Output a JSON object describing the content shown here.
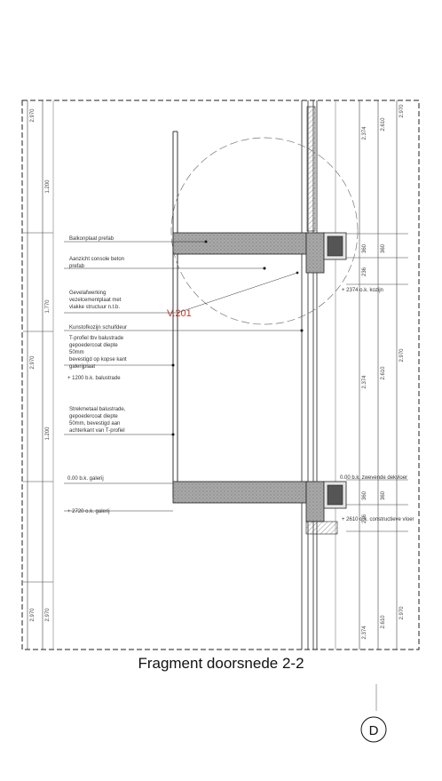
{
  "title": "Fragment doorsnede 2-2",
  "detail_marker": "D",
  "detail_callout": "V.201",
  "left_dims_outer": [
    "2.970",
    "2.970",
    "2.970"
  ],
  "left_dims_inner": [
    "1.200",
    "1.770",
    "1.200",
    "2.970"
  ],
  "right_dims_a": [
    "2.374",
    "360",
    "236",
    "2.374",
    "360",
    "236",
    "2.374"
  ],
  "right_dims_b": [
    "2.610",
    "360",
    "2.610",
    "360",
    "2.610"
  ],
  "right_dims_c": [
    "2.970",
    "2.970",
    "2.970"
  ],
  "annotations": [
    "Balkonplaat prefab",
    "Aanzicht console beton",
    "prefab",
    "Gevelafwerking",
    "vezelcementplaat met",
    "vlakke structuur n.t.b.",
    "Kunstofkozijn schuifdeur",
    "T-profiel tbv balustrade",
    "gepoedercoat diepte",
    "50mm",
    "bevestigd op kopse kant",
    "galerijplaat",
    "Strekmetaal balustrade,",
    "gepoedercoat diepte",
    "50mm, bevestigd aan",
    "achterkant van T-profiel"
  ],
  "levels_left": [
    "+ 1200 b.k. balustrade",
    "0.00 b.k. galerij",
    "+ 2720 o.k. galerij"
  ],
  "levels_right": [
    "+ 2374 o.k. kozijn",
    "0.00 b.k. zwevende dekvloer",
    "+ 2610 o.k. constructieve vloer"
  ],
  "colors": {
    "line": "#222222",
    "hatch": "#555555",
    "callout": "#c0392b",
    "concrete": "#9a9a9a"
  }
}
